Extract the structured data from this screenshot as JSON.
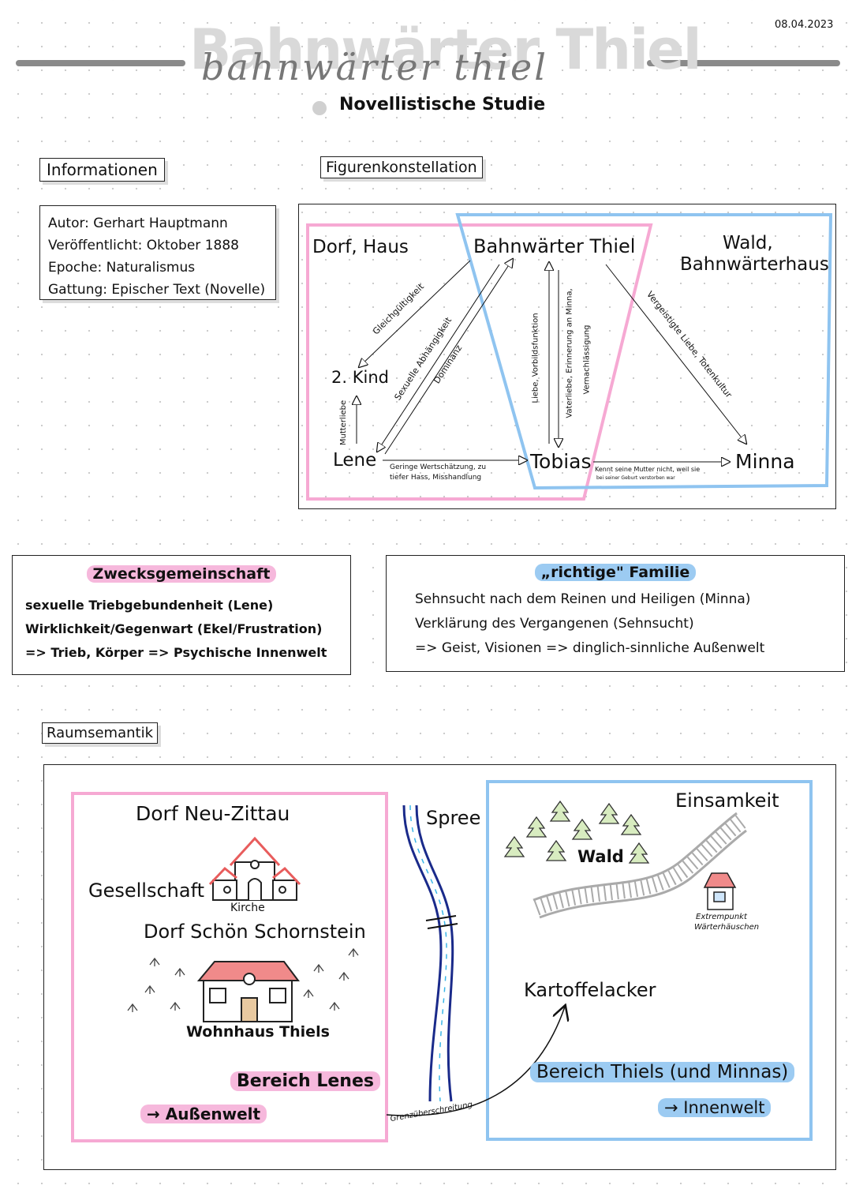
{
  "header": {
    "date": "08.04.2023",
    "title_block": "Bahnwärter Thiel",
    "title_script": "bahnwärter thiel",
    "subtitle": "Novellistische Studie"
  },
  "informationen": {
    "heading": "Informationen",
    "items": [
      "Autor: Gerhart Hauptmann",
      "Veröffentlicht: Oktober 1888",
      "Epoche: Naturalismus",
      "Gattung: Epischer Text (Novelle)"
    ]
  },
  "figuren": {
    "heading": "Figurenkonstellation",
    "areas": {
      "pink": "Dorf, Haus",
      "blue_line1": "Wald,",
      "blue_line2": "Bahnwärterhaus"
    },
    "nodes": {
      "thiel": "Bahnwärter Thiel",
      "kind": "2. Kind",
      "lene": "Lene",
      "tobias": "Tobias",
      "minna": "Minna"
    },
    "relations": {
      "gleichgueltigkeit": "Gleichgültigkeit",
      "sexuelle": "Sexuelle Abhängigkeit",
      "dominanz": "Dominanz",
      "mutterliebe": "Mutterliebe",
      "liebe_vorbild": "Liebe, Vorbildsfunktion",
      "vaterliebe_1": "Vaterliebe, Erinnerung an Minna,",
      "vaterliebe_2": "Vernachlässigung",
      "vergeistigte": "Vergeistigte Liebe, Totenkultur",
      "lene_tobias_1": "Geringe Wertschätzung, zu",
      "lene_tobias_2": "tiefer Hass, Misshandlung",
      "tobias_minna_1": "Kennt seine Mutter nicht, weil sie",
      "tobias_minna_2": "bei seiner Geburt verstorben war"
    }
  },
  "zweck": {
    "heading": "Zwecksgemeinschaft",
    "lines": [
      "sexuelle Triebgebundenheit (Lene)",
      "Wirklichkeit/Gegenwart (Ekel/Frustration)",
      "=> Trieb, Körper => Psychische Innenwelt"
    ]
  },
  "familie": {
    "heading": "„richtige\" Familie",
    "lines": [
      "Sehnsucht nach dem Reinen und Heiligen (Minna)",
      "Verklärung des Vergangenen (Sehnsucht)",
      "=> Geist, Visionen  => dinglich-sinnliche Außenwelt"
    ]
  },
  "raum": {
    "heading": "Raumsemantik",
    "dorf_neu": "Dorf Neu-Zittau",
    "gesellschaft": "Gesellschaft",
    "kirche": "Kirche",
    "dorf_schoen": "Dorf Schön Schornstein",
    "wohnhaus": "Wohnhaus Thiels",
    "bereich_lene": "Bereich Lenes",
    "aussenwelt": "→ Außenwelt",
    "spree": "Spree",
    "grenz": "Grenzüberschreitung",
    "einsamkeit": "Einsamkeit",
    "wald": "Wald",
    "extrem_1": "Extrempunkt",
    "extrem_2": "Wärterhäuschen",
    "kartoffel": "Kartoffelacker",
    "bereich_thiel": "Bereich Thiels (und Minnas)",
    "innenwelt": "→ Innenwelt"
  },
  "colors": {
    "pink": "#f6a9d3",
    "blue": "#8fc4f0",
    "river": "#1a2a8a",
    "gray": "#9a9a9a"
  }
}
